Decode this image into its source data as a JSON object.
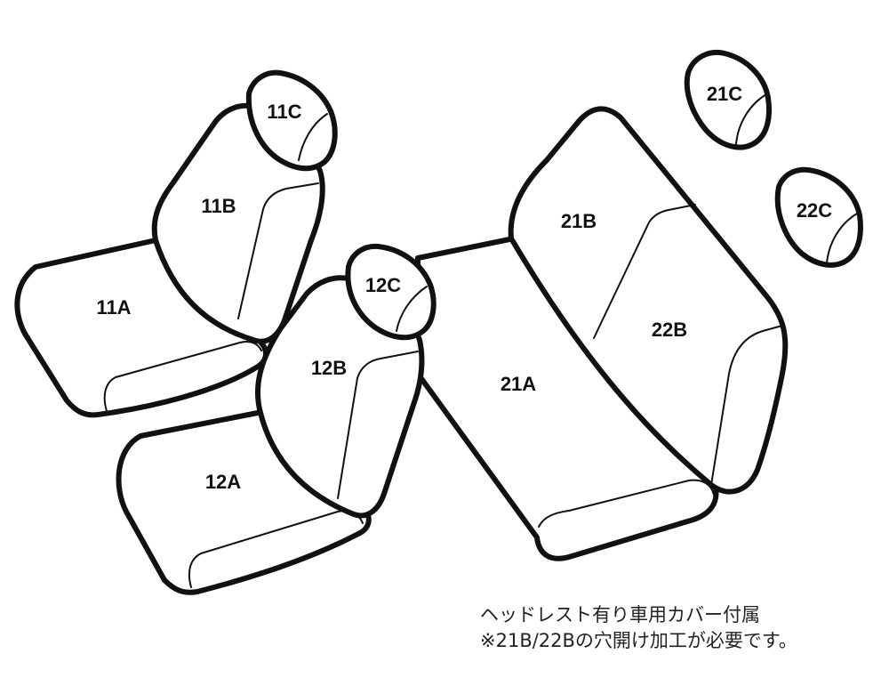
{
  "parts": {
    "p11A": "11A",
    "p11B": "11B",
    "p11C": "11C",
    "p12A": "12A",
    "p12B": "12B",
    "p12C": "12C",
    "p21A": "21A",
    "p21B": "21B",
    "p21C": "21C",
    "p22B": "22B",
    "p22C": "22C"
  },
  "notes": {
    "line1": "ヘッドレスト有り車用カバー付属",
    "line2": "※21B/22Bの穴開け加工が必要です。"
  },
  "colors": {
    "stroke": "#111111",
    "background": "#ffffff"
  }
}
